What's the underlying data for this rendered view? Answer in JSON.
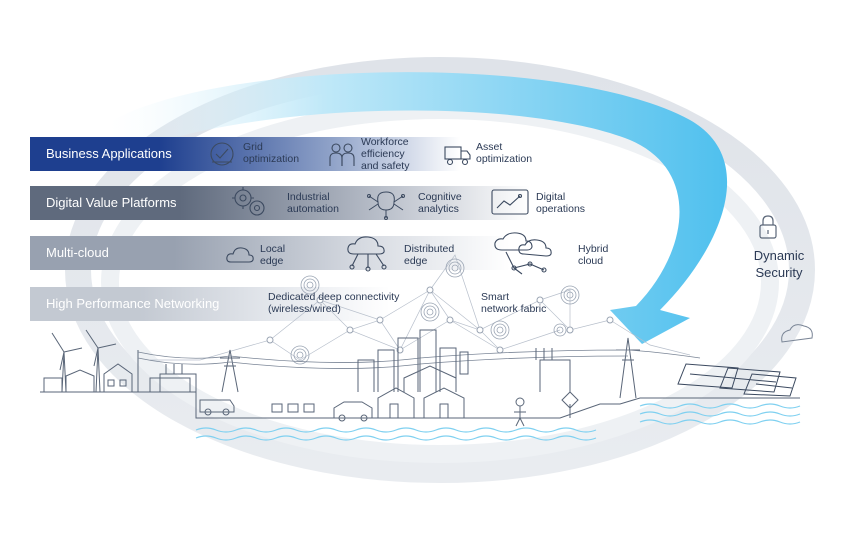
{
  "layers": [
    {
      "label": "Business Applications",
      "color": "#1e3f8f",
      "items": [
        {
          "label_lines": [
            "Grid",
            "optimization"
          ],
          "icon": "grid-check-icon"
        },
        {
          "label_lines": [
            "Workforce",
            "efficiency",
            "and safety"
          ],
          "icon": "workers-icon"
        },
        {
          "label_lines": [
            "Asset",
            "optimization"
          ],
          "icon": "asset-truck-icon"
        }
      ]
    },
    {
      "label": "Digital Value Platforms",
      "color": "#6f7a8c",
      "items": [
        {
          "label_lines": [
            "Industrial",
            "automation"
          ],
          "icon": "gears-icon"
        },
        {
          "label_lines": [
            "Cognitive",
            "analytics"
          ],
          "icon": "brain-network-icon"
        },
        {
          "label_lines": [
            "Digital",
            "operations"
          ],
          "icon": "monitor-chart-icon"
        }
      ]
    },
    {
      "label": "Multi-cloud",
      "color": "#a3abb8",
      "items": [
        {
          "label_lines": [
            "Local",
            "edge"
          ],
          "icon": "cloud-icon"
        },
        {
          "label_lines": [
            "Distributed",
            "edge"
          ],
          "icon": "cloud-network-icon"
        },
        {
          "label_lines": [
            "Hybrid",
            "cloud"
          ],
          "icon": "hybrid-cloud-icon"
        }
      ]
    },
    {
      "label": "High Performance Networking",
      "color": "#c9ced7",
      "items": [
        {
          "label_lines": [
            "Dedicated deep connectivity",
            "(wireless/wired)"
          ],
          "icon": ""
        },
        {
          "label_lines": [
            "Smart",
            "network fabric"
          ],
          "icon": ""
        }
      ]
    }
  ],
  "security": {
    "label_lines": [
      "Dynamic",
      "Security"
    ],
    "icon": "padlock-icon"
  },
  "colors": {
    "arrow": "#5cc7f0",
    "ring": "#d6dbe2",
    "text": "#2b3a55",
    "line": "#5a6678",
    "water": "#7fd0f0"
  }
}
